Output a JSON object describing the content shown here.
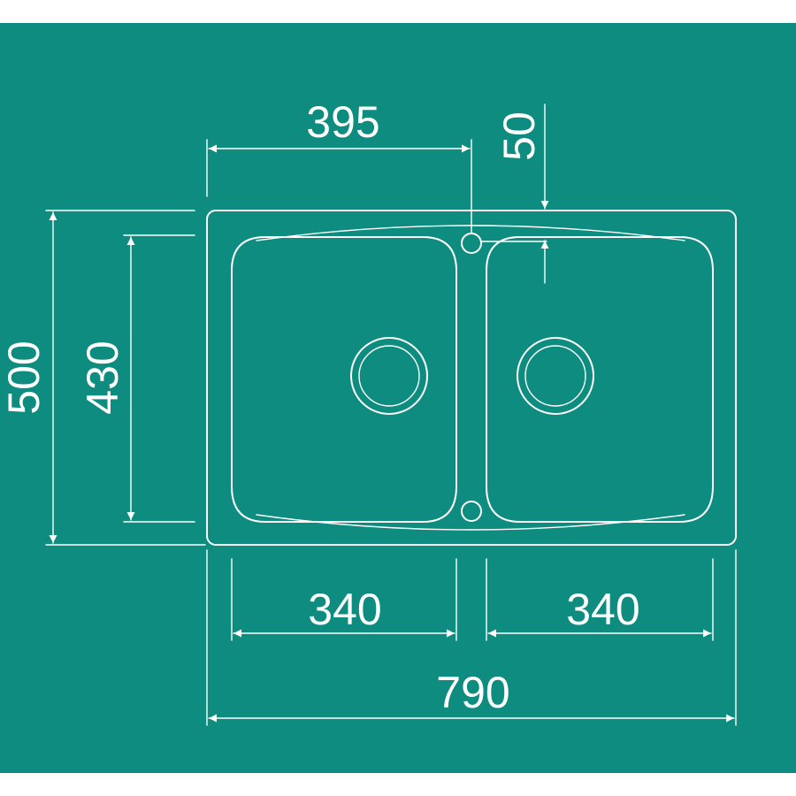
{
  "colors": {
    "background": "#0d8c7f",
    "frame": "#ffffff",
    "lines": "#ffffff"
  },
  "dimensions": {
    "half_width": "395",
    "ledge": "50",
    "overall_depth": "500",
    "bowl_depth": "430",
    "left_bowl_width": "340",
    "right_bowl_width": "340",
    "overall_width": "790"
  }
}
